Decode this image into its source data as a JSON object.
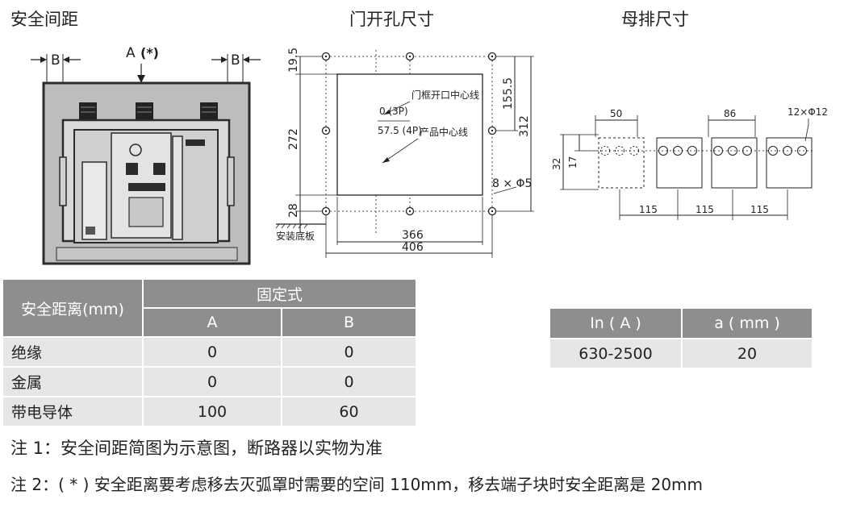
{
  "titles": {
    "safety": "安全间距",
    "door": "门开孔尺寸",
    "busbar": "母排尺寸"
  },
  "safety_diagram": {
    "label_a": "A",
    "label_a_star": "(*)",
    "label_b_left": "B",
    "label_b_right": "B"
  },
  "door_diagram": {
    "dim_19_5": "19.5",
    "dim_272": "272",
    "dim_28": "28",
    "dim_155_5": "155.5",
    "dim_312": "312",
    "dim_366": "366",
    "dim_406": "406",
    "label_0_3p": "0 (3P)",
    "label_57_5_4p": "57.5 (4P)",
    "label_frame_center": "门框开口中心线",
    "label_product_center": "产品中心线",
    "label_holes": "8 × Φ5",
    "label_base": "安装底板"
  },
  "busbar_diagram": {
    "dim_50": "50",
    "dim_86": "86",
    "dim_holes": "12×Φ12",
    "dim_32": "32",
    "dim_17": "17",
    "dim_115_a": "115",
    "dim_115_b": "115",
    "dim_115_c": "115"
  },
  "table_safety": {
    "header_row_label": "安全距离(mm)",
    "header_group": "固定式",
    "col_a": "A",
    "col_b": "B",
    "rows": [
      {
        "label": "绝缘",
        "a": "0",
        "b": "0"
      },
      {
        "label": "金属",
        "a": "0",
        "b": "0"
      },
      {
        "label": "带电导体",
        "a": "100",
        "b": "60"
      }
    ]
  },
  "table_current": {
    "col_in": "In ( A )",
    "col_a": "a ( mm )",
    "rows": [
      {
        "in": "630-2500",
        "a": "20"
      }
    ]
  },
  "notes": {
    "note1": "注 1：安全间距简图为示意图，断路器以实物为准",
    "note2": "注 2：( * ) 安全距离要考虑移去灭弧罩时需要的空间 110mm，移去端子块时安全距离是 20mm"
  },
  "colors": {
    "table_header": "#8e8e8e",
    "table_body": "#e6e6e6",
    "breaker_frame": "#2b2b2b",
    "breaker_bg": "#bdbdbd"
  }
}
